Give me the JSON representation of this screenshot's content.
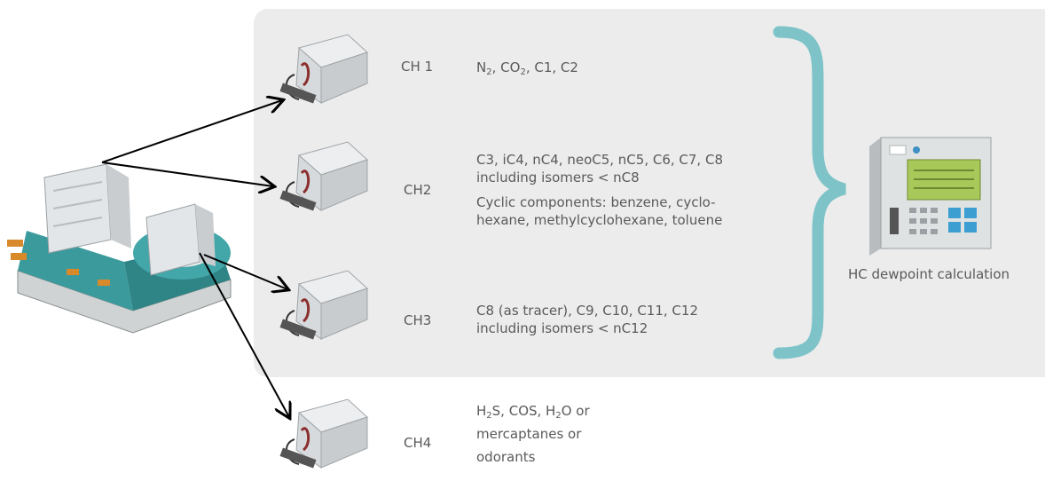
{
  "channels": [
    {
      "id": "CH 1",
      "lines": [
        [
          "N",
          "2",
          ", CO",
          "2",
          ", C1, C2"
        ]
      ]
    },
    {
      "id": "CH2",
      "lines": [
        [
          "C3, iC4, nC4, neoC5, nC5, C6, C7, C8"
        ],
        [
          "including isomers < nC8"
        ],
        [
          "Cyclic components: benzene, cyclo-"
        ],
        [
          "hexane, methylcyclohexane, toluene"
        ]
      ]
    },
    {
      "id": "CH3",
      "lines": [
        [
          "C8 (as tracer), C9, C10, C11, C12"
        ],
        [
          "including isomers < nC12"
        ]
      ]
    },
    {
      "id": "CH4",
      "lines": [
        [
          "H",
          "2",
          "S, COS, H",
          "2",
          "O or"
        ],
        [
          "mercaptanes or"
        ],
        [
          "odorants"
        ]
      ]
    }
  ],
  "result_label": "HC dewpoint calculation",
  "colors": {
    "panel": "#ececec",
    "brace": "#7ec3c8",
    "text": "#5a5a5a",
    "arrow": "#000000",
    "base_teal": "#3b9a9c"
  }
}
